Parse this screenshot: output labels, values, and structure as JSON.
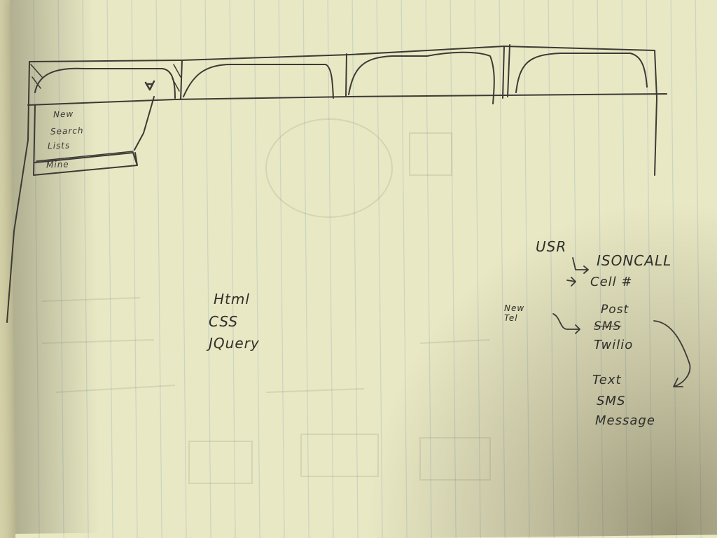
{
  "sketch": {
    "dropdown_menu": {
      "items": [
        "New",
        "Search",
        "Lists",
        "Mine"
      ]
    },
    "tech_stack": [
      "Html",
      "CSS",
      "JQuery"
    ],
    "notes": {
      "usr_label": "USR",
      "usr_items": [
        "ISONCALL",
        "Cell #"
      ],
      "new_tel_label": "New Tel",
      "post_label": "Post",
      "sms_struck": "SMS",
      "twilio": "Twilio",
      "text_lines": [
        "Text",
        "SMS",
        "Message"
      ]
    }
  }
}
